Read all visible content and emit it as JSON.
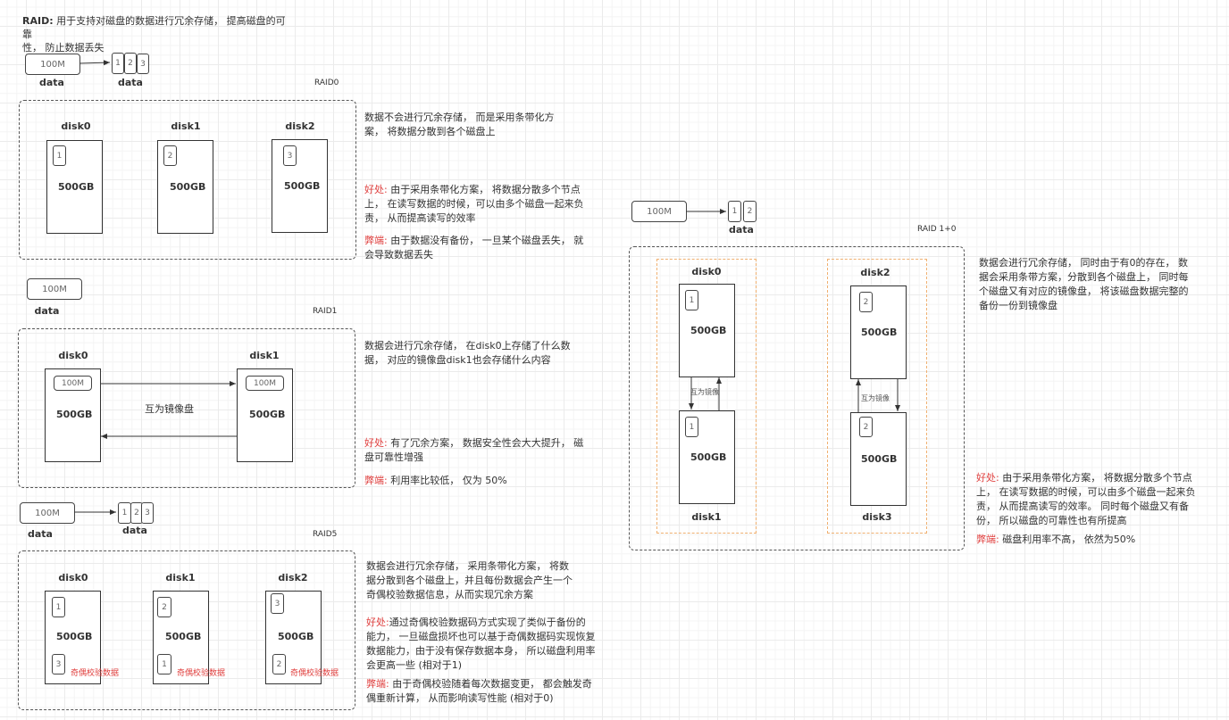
{
  "intro": {
    "label": "RAID:",
    "text_line1": " 用于支持对磁盘的数据进行冗余存储， 提高磁盘的可靠",
    "text_line2": "性， 防止数据丢失"
  },
  "raid0": {
    "name": "RAID0",
    "source": {
      "value": "100M",
      "label": "data"
    },
    "chunks": [
      "1",
      "2",
      "3"
    ],
    "chunks_label": "data",
    "disks": [
      {
        "name": "disk0",
        "capacity": "500GB",
        "blocks": [
          "1"
        ]
      },
      {
        "name": "disk1",
        "capacity": "500GB",
        "blocks": [
          "2"
        ]
      },
      {
        "name": "disk2",
        "capacity": "500GB",
        "blocks": [
          "3"
        ]
      }
    ],
    "description": "数据不会进行冗余存储， 而是采用条带化方\n案， 将数据分散到各个磁盘上",
    "pros_label": "好处:",
    "pros": " 由于采用条带化方案， 将数据分散多个节点\n上， 在读写数据的时候，可以由多个磁盘一起来负\n责， 从而提高读写的效率",
    "cons_label": "弊端:",
    "cons": " 由于数据没有备份， 一旦某个磁盘丢失， 就\n会导致数据丢失"
  },
  "raid1": {
    "name": "RAID1",
    "source": {
      "value": "100M",
      "label": "data"
    },
    "disks": [
      {
        "name": "disk0",
        "capacity": "500GB",
        "block": "100M"
      },
      {
        "name": "disk1",
        "capacity": "500GB",
        "block": "100M"
      }
    ],
    "mirror_label": "互为镜像盘",
    "description": "数据会进行冗余存储， 在disk0上存储了什么数\n据， 对应的镜像盘disk1也会存储什么内容",
    "pros_label": "好处:",
    "pros": " 有了冗余方案， 数据安全性会大大提升， 磁\n盘可靠性增强",
    "cons_label": "弊端:",
    "cons": " 利用率比较低， 仅为 50%"
  },
  "raid5": {
    "name": "RAID5",
    "source": {
      "value": "100M",
      "label": "data"
    },
    "chunks": [
      "1",
      "2",
      "3"
    ],
    "chunks_label": "data",
    "disks": [
      {
        "name": "disk0",
        "capacity": "500GB",
        "data_block": "1",
        "parity_block": "3",
        "parity_label": "奇偶校验数据"
      },
      {
        "name": "disk1",
        "capacity": "500GB",
        "data_block": "2",
        "parity_block": "1",
        "parity_label": "奇偶校验数据"
      },
      {
        "name": "disk2",
        "capacity": "500GB",
        "data_block": "3",
        "parity_block": "2",
        "parity_label": "奇偶校验数据"
      }
    ],
    "description": "数据会进行冗余存储， 采用条带化方案， 将数\n据分散到各个磁盘上，并且每份数据会产生一个\n奇偶校验数据信息，从而实现冗余方案",
    "pros_label": "好处:",
    "pros": "通过奇偶校验数据码方式实现了类似于备份的\n能力， 一旦磁盘损坏也可以基于奇偶数据码实现恢复\n数据能力，由于没有保存数据本身， 所以磁盘利用率\n会更高一些 (相对于1)",
    "cons_label": "弊端:",
    "cons": " 由于奇偶校验随着每次数据变更， 都会触发奇\n偶重新计算， 从而影响读写性能 (相对于0)"
  },
  "raid10": {
    "name": "RAID 1+0",
    "source": {
      "value": "100M"
    },
    "chunks": [
      "1",
      "2"
    ],
    "chunks_label": "data",
    "pairs": [
      {
        "top": {
          "name": "disk0",
          "capacity": "500GB",
          "block": "1"
        },
        "bottom": {
          "name": "disk1",
          "capacity": "500GB",
          "block": "1"
        },
        "mirror_label": "互为镜像"
      },
      {
        "top": {
          "name": "disk2",
          "capacity": "500GB",
          "block": "2"
        },
        "bottom": {
          "name": "disk3",
          "capacity": "500GB",
          "block": "2"
        },
        "mirror_label": "互为镜像"
      }
    ],
    "description": "数据会进行冗余存储， 同时由于有0的存在， 数\n据会采用条带方案，分散到各个磁盘上， 同时每\n个磁盘又有对应的镜像盘， 将该磁盘数据完整的\n备份一份到镜像盘",
    "pros_label": "好处:",
    "pros": " 由于采用条带化方案， 将数据分散多个节点\n上， 在读写数据的时候，可以由多个磁盘一起来负\n责， 从而提高读写的效率。 同时每个磁盘又有备\n份， 所以磁盘的可靠性也有所提高",
    "cons_label": "弊端:",
    "cons": " 磁盘利用率不高， 依然为50%"
  },
  "colors": {
    "accent_red": "#e0403f",
    "orange_dash": "#f0b070"
  }
}
